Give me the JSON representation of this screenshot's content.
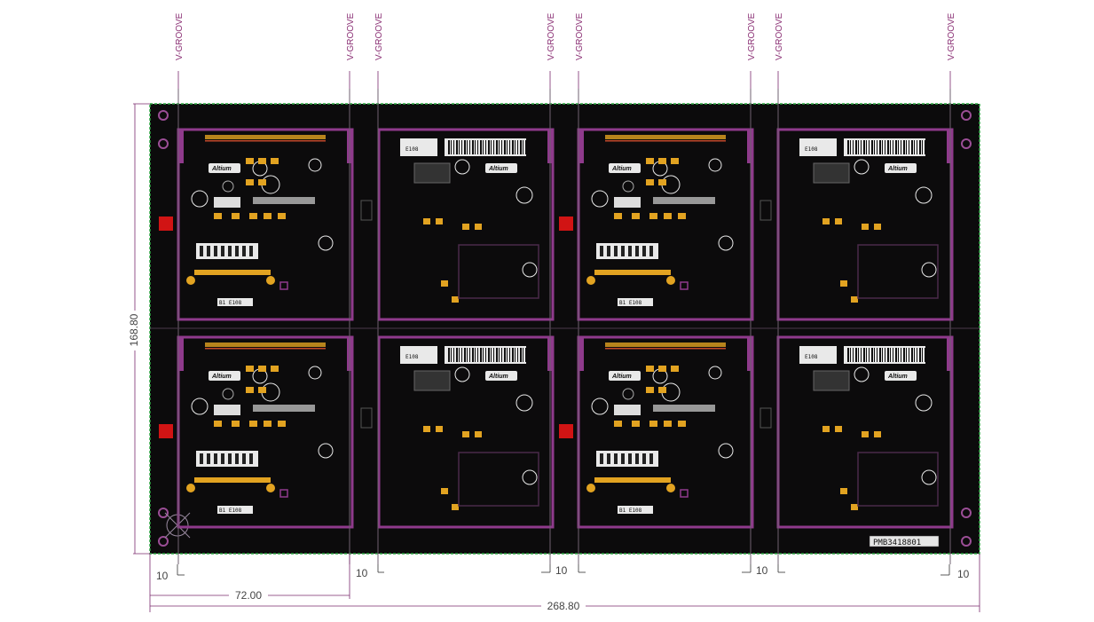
{
  "vgroove_label": "V-GROOVE",
  "dimensions": {
    "panel_height": "168.80",
    "panel_width": "268.80",
    "board_pitch": "72.00",
    "margin_10": "10"
  },
  "panel_id": "PMB3418801",
  "boards": {
    "front": {
      "sticker": "Altium",
      "id_label": "B1 E108"
    },
    "back": {
      "sticker": "Altium",
      "barcode_label": "E108"
    }
  },
  "colors": {
    "board": "#0c0b0c",
    "copper": "#e2a321",
    "outline": "#8f3a8c",
    "silk": "#e9e9e9",
    "fiducial": "#d11414",
    "edge": "#2fa843",
    "dimension": "#7a2a6e"
  }
}
